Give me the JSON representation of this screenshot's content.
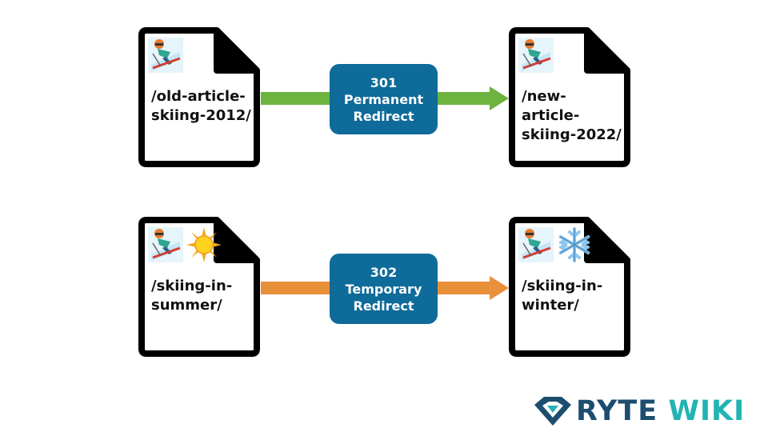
{
  "colors": {
    "redirect_badge": "#0e6b9a",
    "arrow_301": "#6cb33f",
    "arrow_302": "#e8903a",
    "logo_navy": "#1d4d6f",
    "logo_teal": "#22b3b3",
    "doc_stroke": "#000000"
  },
  "redirects": [
    {
      "source": {
        "path": "/old-article-\nskiing-2012/",
        "icons": [
          "skier-icon"
        ]
      },
      "badge": {
        "code": "301",
        "line1": "Permanent",
        "line2": "Redirect"
      },
      "target": {
        "path": "/new-article-\nskiing-2022/",
        "icons": [
          "skier-icon"
        ]
      }
    },
    {
      "source": {
        "path": "/skiing-in-\nsummer/",
        "icons": [
          "skier-icon",
          "sun-icon"
        ]
      },
      "badge": {
        "code": "302",
        "line1": "Temporary",
        "line2": "Redirect"
      },
      "target": {
        "path": "/skiing-in-\nwinter/",
        "icons": [
          "skier-icon",
          "snowflake-icon"
        ]
      }
    }
  ],
  "logo": {
    "word1": "RYTE",
    "word2": "WIKI"
  }
}
